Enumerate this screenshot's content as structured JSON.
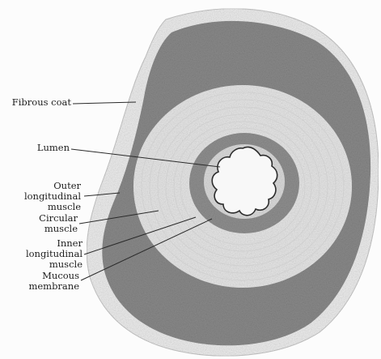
{
  "figure": {
    "labels": {
      "fibrous_coat": "Fibrous coat",
      "lumen": "Lumen",
      "outer_longitudinal_muscle": [
        "Outer",
        "longitudinal",
        "muscle"
      ],
      "circular_muscle": [
        "Circular",
        "muscle"
      ],
      "inner_longitudinal_muscle": [
        "Inner",
        "longitudinal",
        "muscle"
      ],
      "mucous_membrane": [
        "Mucous",
        "membrane"
      ]
    }
  }
}
